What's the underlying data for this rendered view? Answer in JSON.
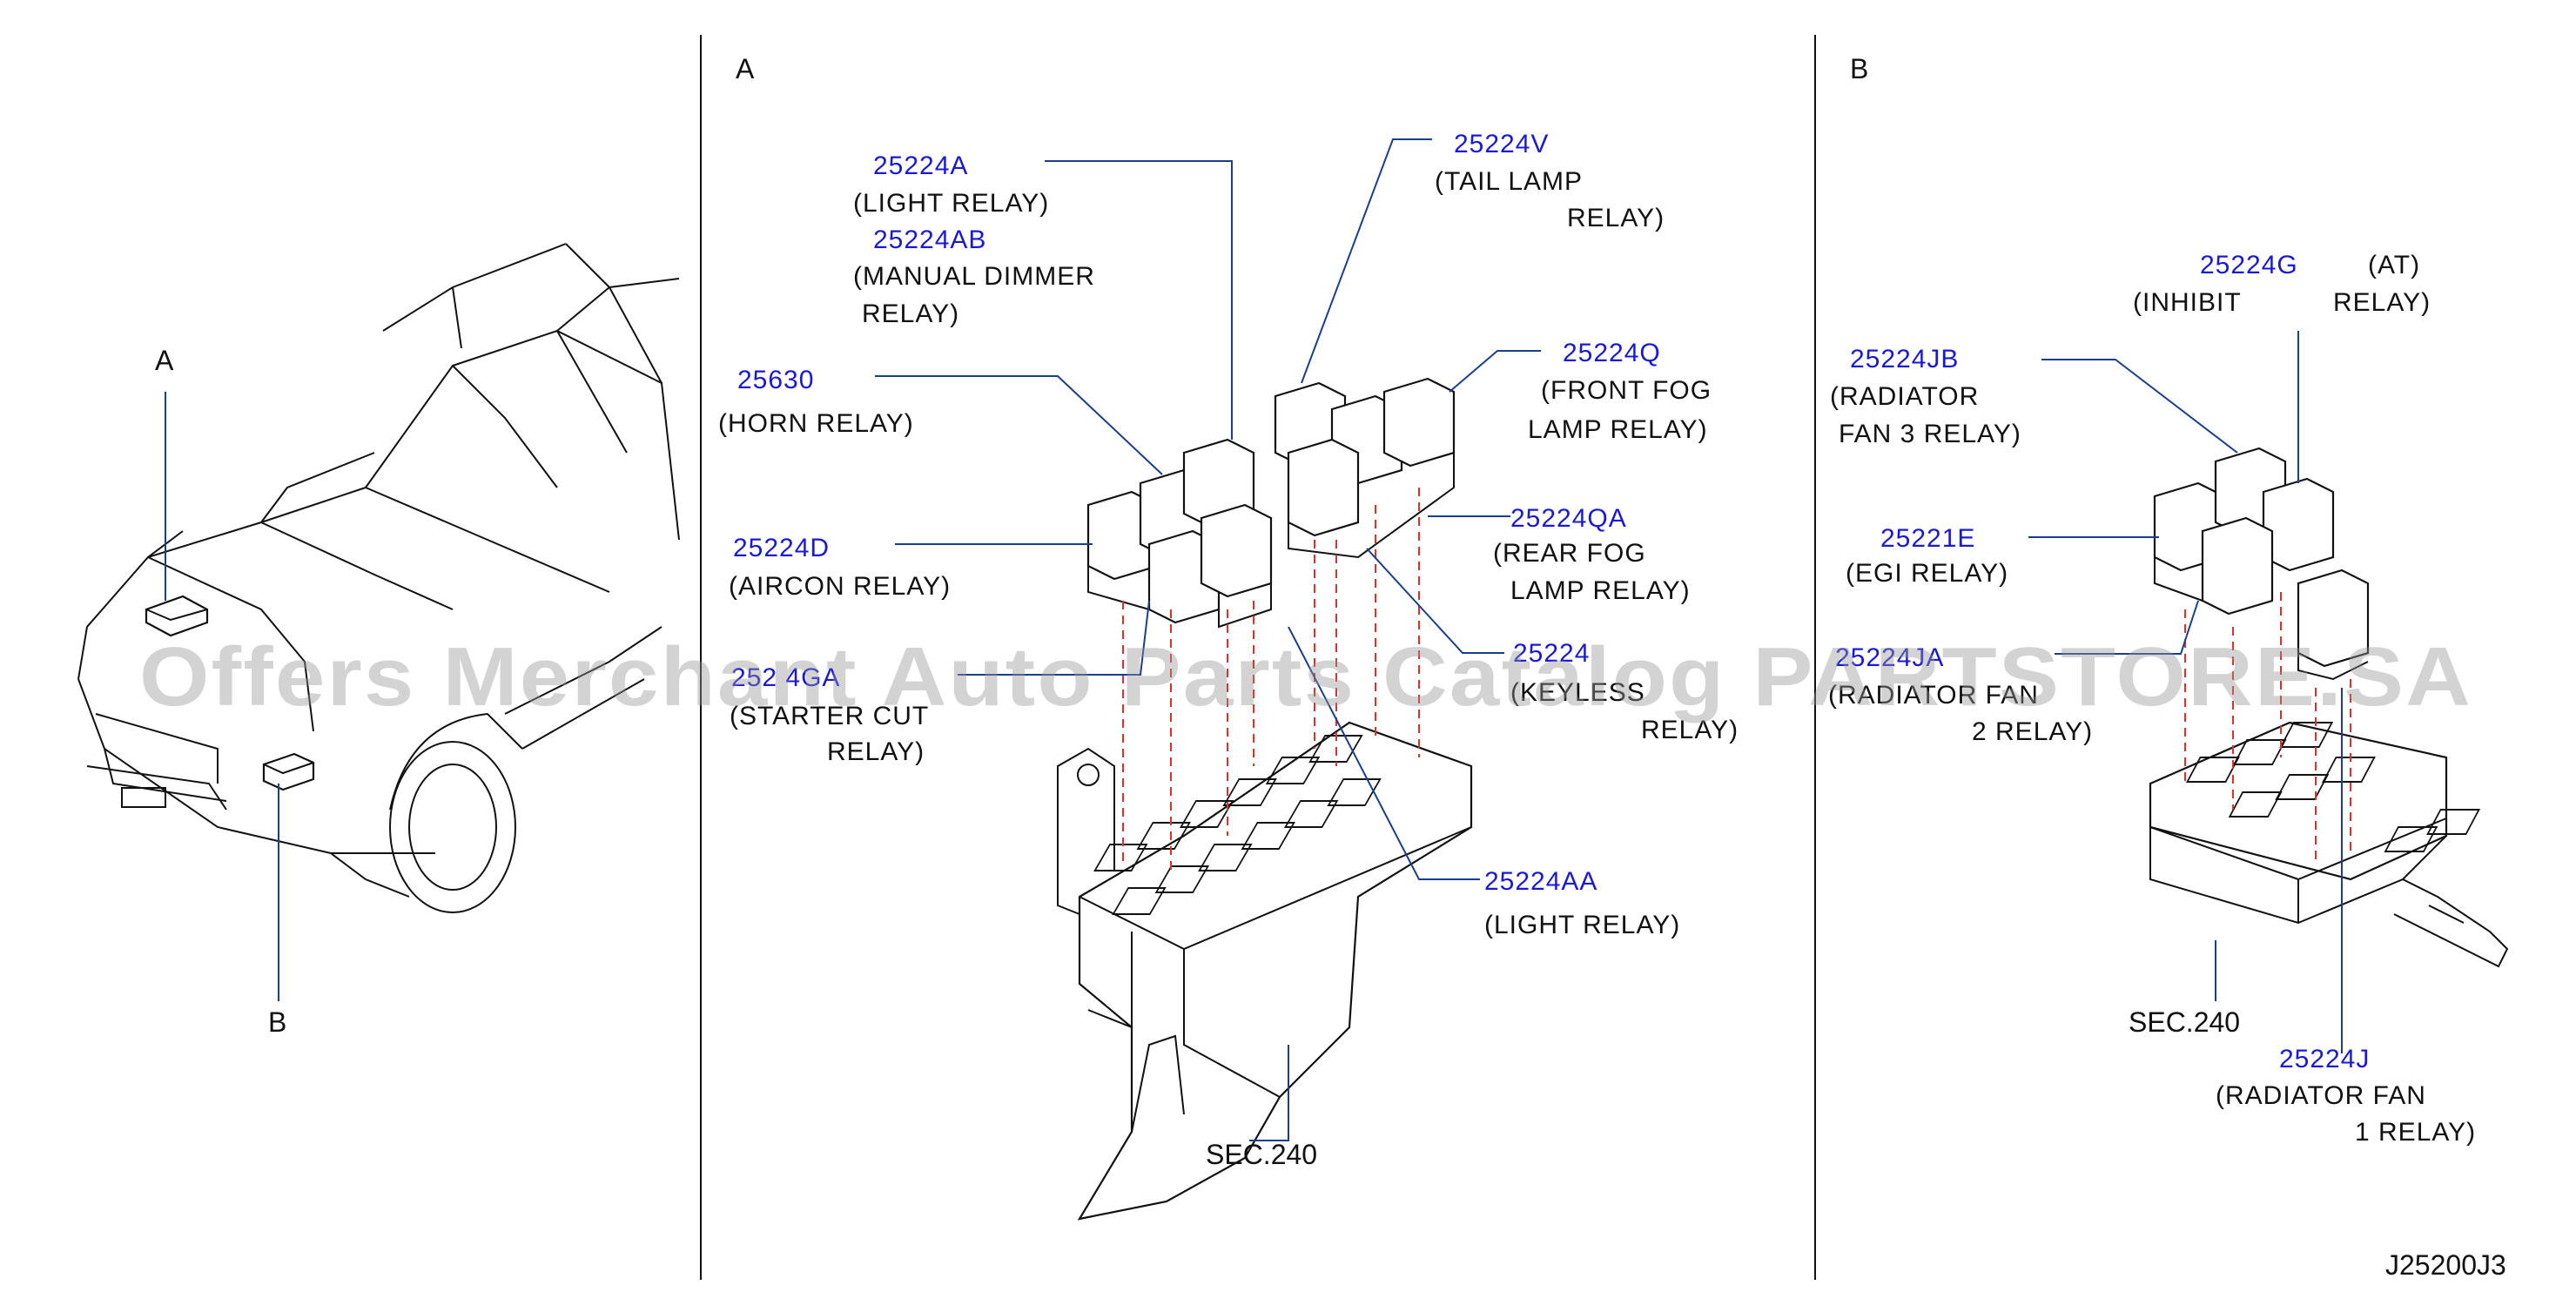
{
  "sections": {
    "a": "A",
    "b": "B"
  },
  "overview": {
    "label_a": "A",
    "label_b": "B"
  },
  "panel_a": {
    "items": [
      {
        "pn": "25224A",
        "desc1": "(LIGHT  RELAY)"
      },
      {
        "pn": "25224AB",
        "desc1": "(MANUAL  DIMMER",
        "desc2": "RELAY)"
      },
      {
        "pn": "25630",
        "desc1": "(HORN  RELAY)"
      },
      {
        "pn": "25224D",
        "desc1": "(AIRCON  RELAY)"
      },
      {
        "pn": "252 4GA",
        "desc1": "(STARTER  CUT",
        "desc2": "RELAY)"
      },
      {
        "pn": "25224V",
        "desc1": "(TAIL  LAMP",
        "desc2": "RELAY)"
      },
      {
        "pn": "25224Q",
        "desc1": "(FRONT  FOG",
        "desc2": "LAMP  RELAY)"
      },
      {
        "pn": "25224QA",
        "desc1": "(REAR  FOG",
        "desc2": "LAMP  RELAY)"
      },
      {
        "pn": "25224",
        "desc1": "(KEYLESS",
        "desc2": "RELAY)"
      },
      {
        "pn": "25224AA",
        "desc1": "(LIGHT      RELAY)"
      }
    ],
    "sec": "SEC.240"
  },
  "panel_b": {
    "items": [
      {
        "pn": "25224G",
        "extra": "(AT)",
        "desc1": "(INHIBIT",
        "desc1b": "RELAY)"
      },
      {
        "pn": "25224JB",
        "desc1": "(RADIATOR",
        "desc2": "FAN   3  RELAY)"
      },
      {
        "pn": "25221E",
        "desc1": "(EGI  RELAY)"
      },
      {
        "pn": "25224JA",
        "desc1": "(RADIATOR  FAN",
        "desc2": "2  RELAY)"
      },
      {
        "pn": "25224J",
        "desc1": "(RADIATOR  FAN",
        "desc2": "1  RELAY)"
      }
    ],
    "sec": "SEC.240"
  },
  "figure_code": "J25200J3",
  "watermark": "Offers Merchant Auto Parts Catalog PARTSTORE.SA",
  "colors": {
    "part_number": "#1a1ad6",
    "leader": "#1a3f8a",
    "dashed_guide": "#e0302a",
    "text": "#111111"
  }
}
